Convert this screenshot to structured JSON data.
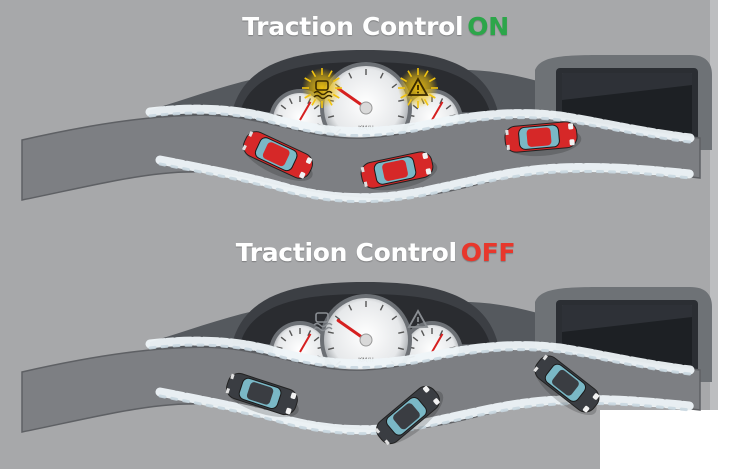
{
  "panels": [
    {
      "id": "on",
      "title_label": "Traction Control",
      "state_label": "ON",
      "state_color": "#2ca64a",
      "warning_lights": true,
      "car_color": "#d62828",
      "icons": [
        "traction-control-warning-icon",
        "hazard-warning-icon"
      ],
      "speedo_unit": "KM/H"
    },
    {
      "id": "off",
      "title_label": "Traction Control",
      "state_label": "OFF",
      "state_color": "#e8372c",
      "warning_lights": false,
      "car_color": "#3a3d42",
      "icons": [
        "traction-control-indicator-icon",
        "hazard-indicator-icon"
      ],
      "speedo_unit": "KM/H"
    }
  ],
  "colors": {
    "background": "#a7a8aa",
    "road": "#7d7f83",
    "snow": "#eef4f8",
    "dashboard": "#3c3f44",
    "warning_glow": "#f2c40f"
  }
}
